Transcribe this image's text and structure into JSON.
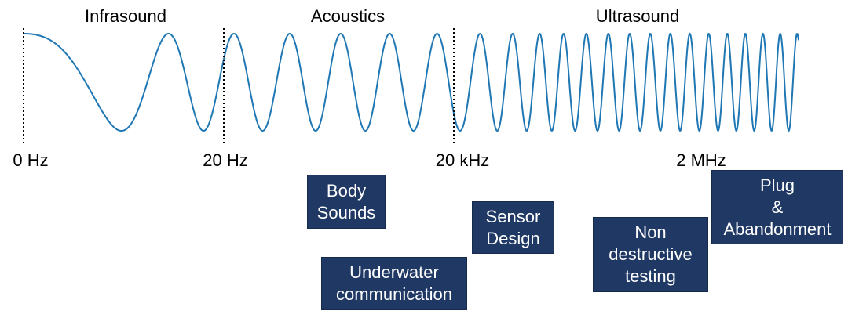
{
  "regions": {
    "infrasound": "Infrasound",
    "acoustics": "Acoustics",
    "ultrasound": "Ultrasound"
  },
  "frequencies": {
    "f0": "0 Hz",
    "f1": "20 Hz",
    "f2": "20 kHz",
    "f3": "2 MHz"
  },
  "applications": {
    "body_sounds": "Body\nSounds",
    "underwater": "Underwater\ncommunication",
    "sensor_design": "Sensor\nDesign",
    "ndt": "Non\ndestructive\ntesting",
    "plug": "Plug\n&\nAbandonment"
  },
  "colors": {
    "wave": "#1f77b4",
    "box": "#1f3864",
    "divider": "#000000"
  }
}
